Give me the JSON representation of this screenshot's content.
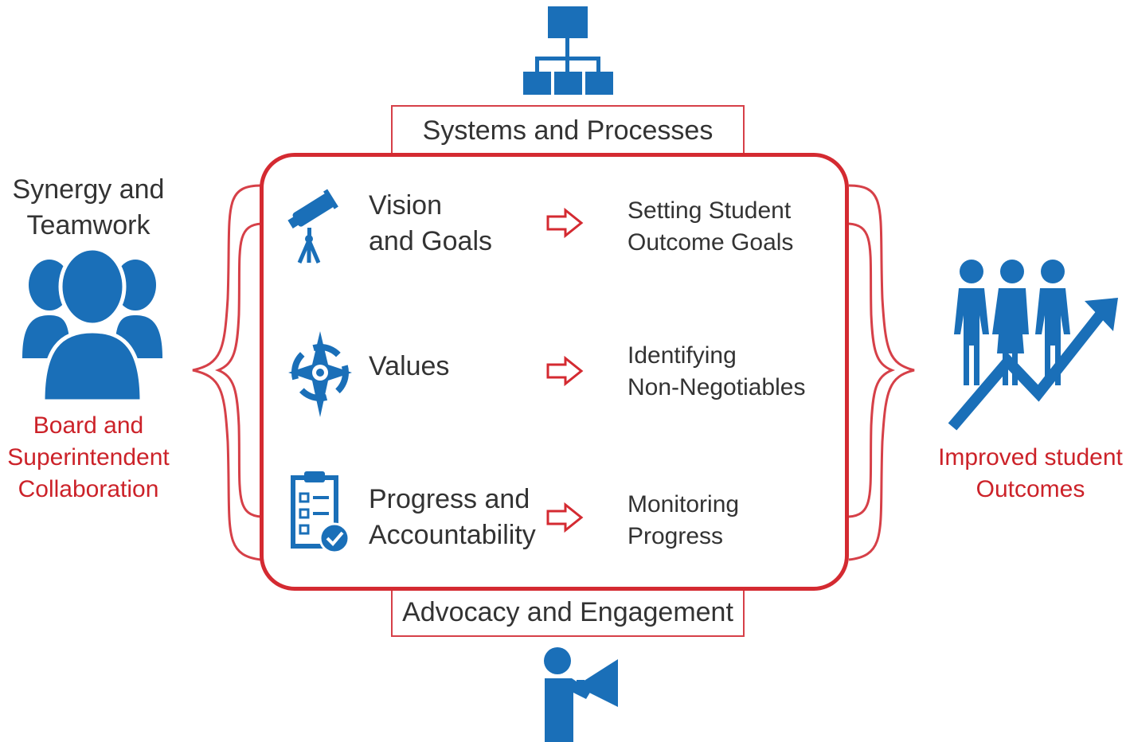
{
  "top": {
    "label": "Systems and Processes",
    "icon": "org-chart-icon"
  },
  "bottom": {
    "label": "Advocacy and Engagement",
    "icon": "megaphone-person-icon"
  },
  "left": {
    "heading_line1": "Synergy and",
    "heading_line2": "Teamwork",
    "icon": "group-people-icon",
    "caption_line1": "Board and",
    "caption_line2": "Superintendent",
    "caption_line3": "Collaboration"
  },
  "right": {
    "icon": "people-growth-arrow-icon",
    "caption_line1": "Improved student",
    "caption_line2": "Outcomes"
  },
  "rows": [
    {
      "icon": "telescope-icon",
      "title_line1": "Vision",
      "title_line2": "and Goals",
      "desc_line1": "Setting Student",
      "desc_line2": "Outcome Goals"
    },
    {
      "icon": "compass-icon",
      "title_line1": "Values",
      "title_line2": "",
      "desc_line1": "Identifying",
      "desc_line2": "Non-Negotiables"
    },
    {
      "icon": "checklist-icon",
      "title_line1": "Progress and",
      "title_line2": "Accountability",
      "desc_line1": "Monitoring",
      "desc_line2": "Progress"
    }
  ],
  "colors": {
    "accent_red": "#d42a31",
    "icon_blue": "#1a6fb8",
    "text_dark": "#333333"
  }
}
